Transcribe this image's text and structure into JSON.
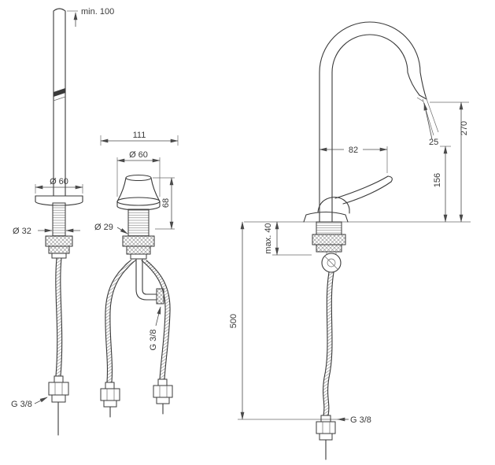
{
  "drawing": {
    "left_view": {
      "min_clearance": "min. 100",
      "escutcheon_diameter": "Ø 60",
      "shank_diameter": "Ø 32",
      "hose_thread": "G 3/8"
    },
    "middle_view": {
      "overall_width": "111",
      "base_diameter": "Ø 60",
      "body_height": "68",
      "hole_diameter": "Ø 29",
      "outlet_thread": "G 3/8"
    },
    "right_view": {
      "spout_reach": "82",
      "outlet_angle": "25",
      "overall_height": "270",
      "outlet_height": "156",
      "max_mounting": "max. 40",
      "hose_length": "500",
      "hose_thread": "G 3/8"
    }
  },
  "colors": {
    "line": "#3a3a3a",
    "dimension": "#4a4a4a",
    "background": "#ffffff"
  }
}
